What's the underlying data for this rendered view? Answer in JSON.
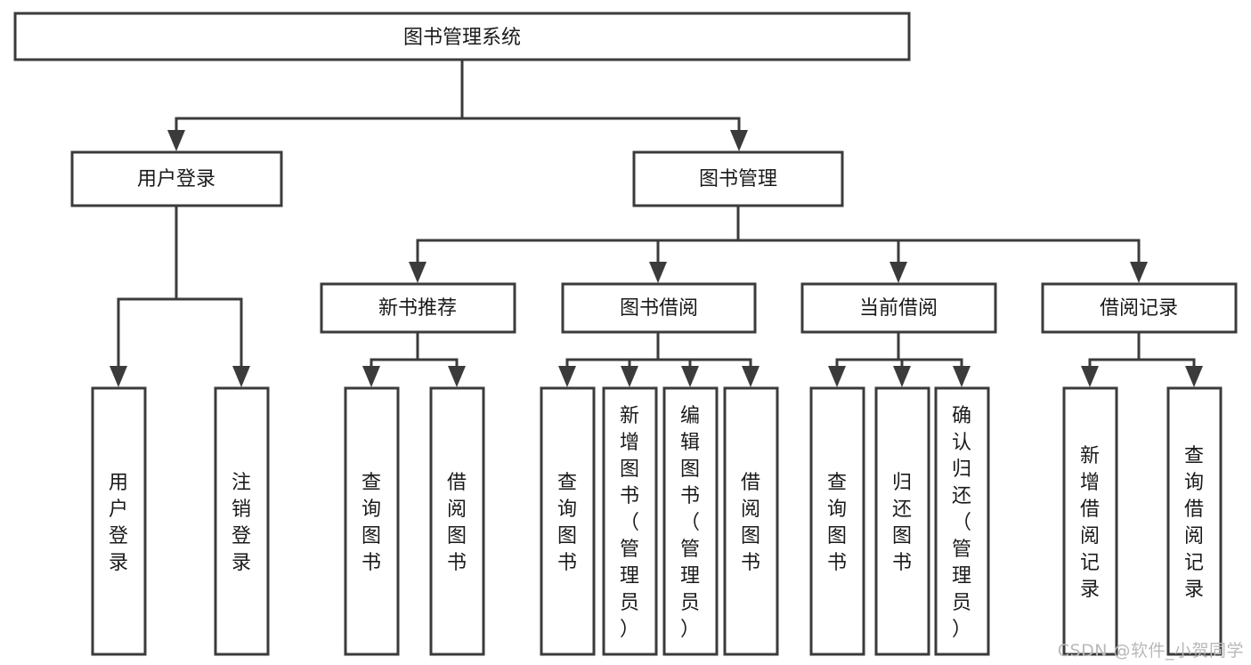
{
  "diagram": {
    "title": "图书管理系统",
    "type": "hierarchy-tree",
    "root": {
      "id": "root",
      "label": "图书管理系统"
    },
    "level2": [
      {
        "id": "user-login",
        "label": "用户登录"
      },
      {
        "id": "book-manage",
        "label": "图书管理"
      }
    ],
    "level3": [
      {
        "id": "new-book-rec",
        "label": "新书推荐",
        "parent": "book-manage"
      },
      {
        "id": "book-borrow",
        "label": "图书借阅",
        "parent": "book-manage"
      },
      {
        "id": "current-borrow",
        "label": "当前借阅",
        "parent": "book-manage"
      },
      {
        "id": "borrow-record",
        "label": "借阅记录",
        "parent": "book-manage"
      }
    ],
    "leaves": [
      {
        "id": "leaf-user-login",
        "label": "用户登录",
        "parent": "user-login"
      },
      {
        "id": "leaf-logout",
        "label": "注销登录",
        "parent": "user-login"
      },
      {
        "id": "leaf-query-book-1",
        "label": "查询图书",
        "parent": "new-book-rec"
      },
      {
        "id": "leaf-borrow-book-1",
        "label": "借阅图书",
        "parent": "new-book-rec"
      },
      {
        "id": "leaf-query-book-2",
        "label": "查询图书",
        "parent": "book-borrow"
      },
      {
        "id": "leaf-add-book",
        "label": "新增图书（管理员）",
        "parent": "book-borrow"
      },
      {
        "id": "leaf-edit-book",
        "label": "编辑图书（管理员）",
        "parent": "book-borrow"
      },
      {
        "id": "leaf-borrow-book-2",
        "label": "借阅图书",
        "parent": "book-borrow"
      },
      {
        "id": "leaf-query-book-3",
        "label": "查询图书",
        "parent": "current-borrow"
      },
      {
        "id": "leaf-return-book",
        "label": "归还图书",
        "parent": "current-borrow"
      },
      {
        "id": "leaf-confirm-return",
        "label": "确认归还（管理员）",
        "parent": "current-borrow"
      },
      {
        "id": "leaf-add-record",
        "label": "新增借阅记录",
        "parent": "borrow-record"
      },
      {
        "id": "leaf-query-record",
        "label": "查询借阅记录",
        "parent": "borrow-record"
      }
    ],
    "colors": {
      "stroke": "#3b3b3b",
      "fill": "#ffffff",
      "text": "#1a1a1a",
      "watermark": "#b9b9b9",
      "background": "#ffffff"
    }
  },
  "watermark": {
    "text": "CSDN @软件_小贺同学"
  }
}
